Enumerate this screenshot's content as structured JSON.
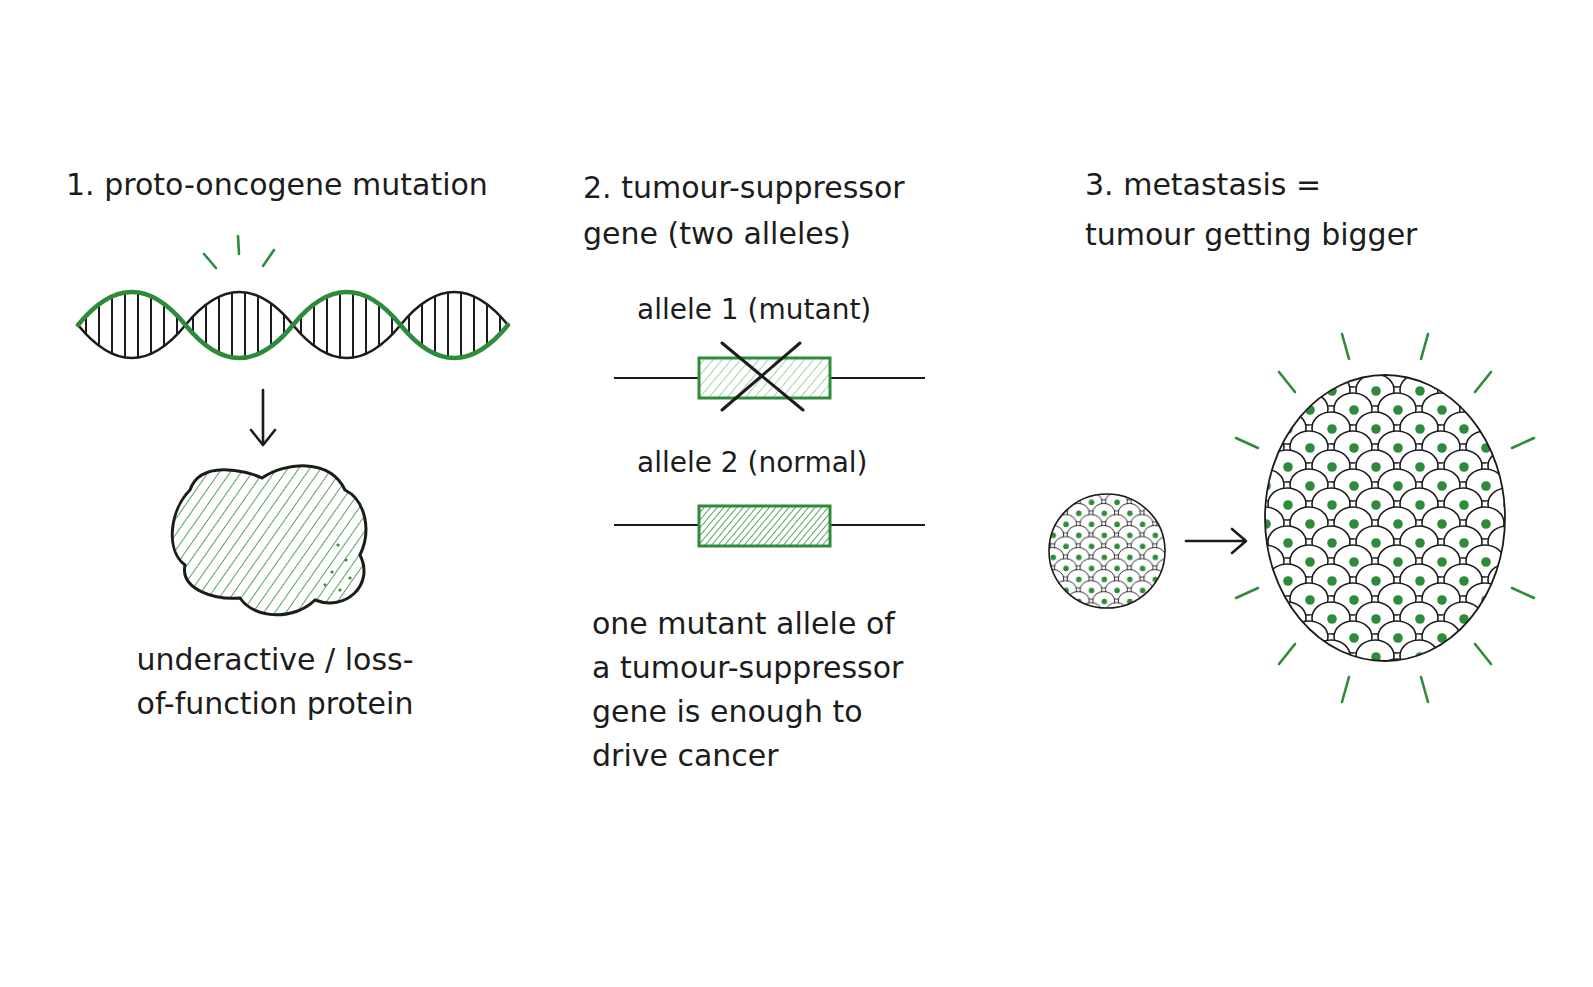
{
  "diagram": {
    "labels": [
      "1. proto-oncogene mutation",
      "underactive / loss-of-function protein",
      "2. tumour-suppressor gene (two alleles)",
      "allele 1 (mutant)",
      "allele 2 (normal)",
      "one mutant allele of a tumour-suppressor gene is enough to drive cancer",
      "3. metastasis = tumour getting bigger"
    ]
  }
}
